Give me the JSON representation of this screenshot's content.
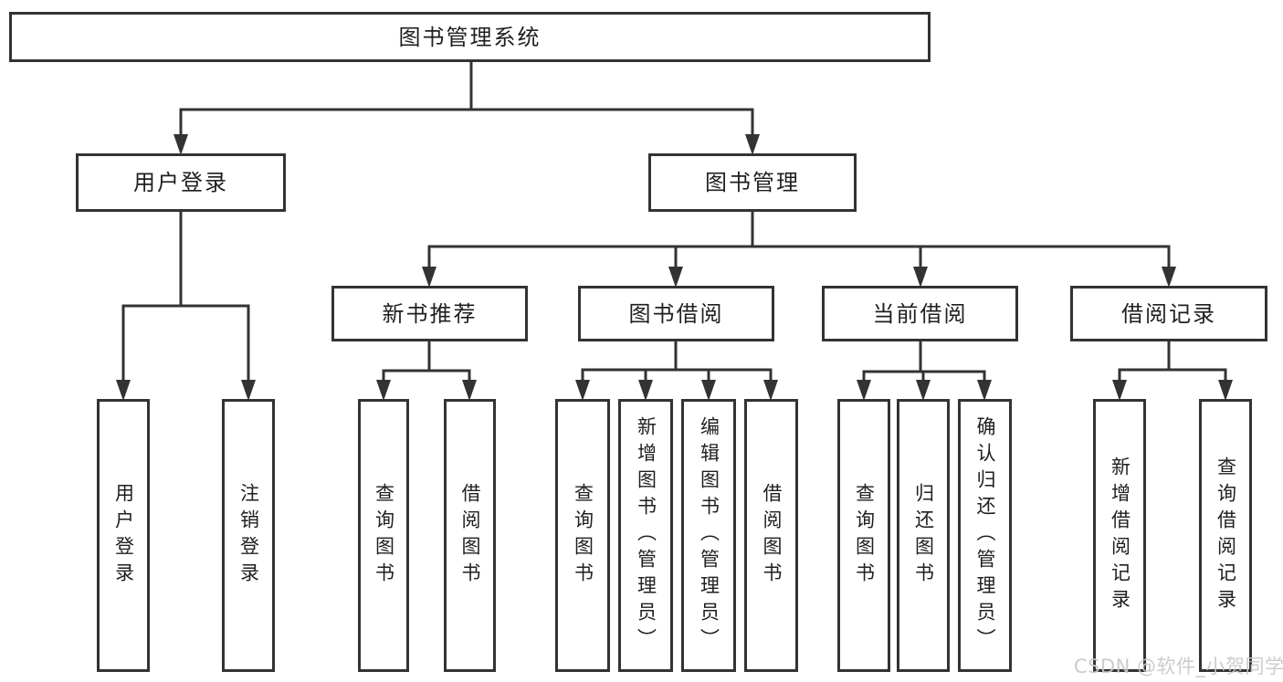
{
  "root": {
    "label": "图书管理系统"
  },
  "level2": [
    {
      "label": "用户登录",
      "children": [
        "用户登录",
        "注销登录"
      ]
    },
    {
      "label": "图书管理"
    }
  ],
  "level3": [
    {
      "label": "新书推荐",
      "children": [
        "查询图书",
        "借阅图书"
      ]
    },
    {
      "label": "图书借阅",
      "children": [
        "查询图书",
        "新增图书（管理员）",
        "编辑图书（管理员）",
        "借阅图书"
      ]
    },
    {
      "label": "当前借阅",
      "children": [
        "查询图书",
        "归还图书",
        "确认归还（管理员）"
      ]
    },
    {
      "label": "借阅记录",
      "children": [
        "新增借阅记录",
        "查询借阅记录"
      ]
    }
  ],
  "watermark": {
    "text": "CSDN @软件_小贺同学"
  },
  "colors": {
    "line": "#333333",
    "text": "#1f1f1f",
    "watermark": "#c8c8c8",
    "box_background": "#ffffff"
  }
}
